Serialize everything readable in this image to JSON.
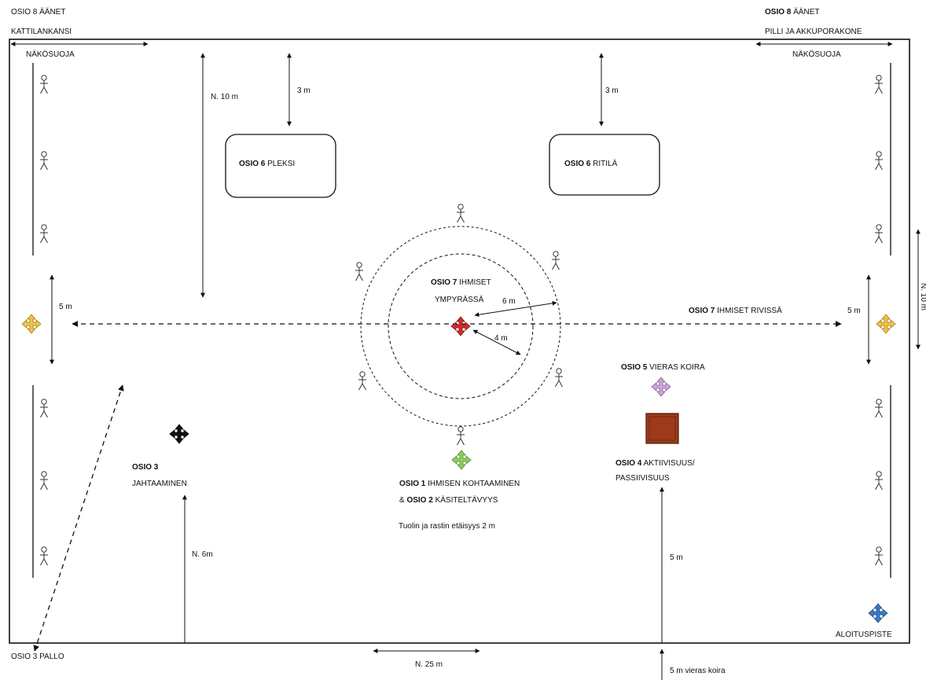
{
  "top_left": {
    "sound_line1": "OSIO 8 ÄÄNET",
    "sound_line2": "KATTILANKANSI",
    "screen": "NÄKÖSUOJA"
  },
  "top_right": {
    "sound_line1_bold": "OSIO 8",
    "sound_line1_rest": " ÄÄNET",
    "sound_line2": "PILLI JA AKKUPORAKONE",
    "screen": "NÄKÖSUOJA"
  },
  "dimensions": {
    "n10m": "N. 10 m",
    "left_3m": "3 m",
    "right_3m": "3 m",
    "left_5m": "5 m",
    "right_5m": "5 m",
    "six_m": "6 m",
    "four_m": "4 m",
    "n6m": "N. 6m",
    "five_m_bottom": "5 m",
    "n25m": "N. 25 m",
    "side_cut": "N. 10 m"
  },
  "boxes": {
    "pleksi_bold": "OSIO 6",
    "pleksi_rest": " PLEKSI",
    "ritila_bold": "OSIO 6",
    "ritila_rest": " RITILÄ"
  },
  "circle": {
    "label_bold": "OSIO 7",
    "label_rest": " IHMISET",
    "label_line2": "YMPYRÄSSÄ"
  },
  "row_label": {
    "bold": "OSIO 7",
    "rest": " IHMISET RIVISSÄ"
  },
  "osio5": {
    "bold": "OSIO 5",
    "rest": " VIERAS KOIRA"
  },
  "osio4": {
    "bold": "OSIO 4",
    "rest": " AKTIIVISUUS/",
    "line2": "PASSIIVISUUS"
  },
  "osio3": {
    "bold": "OSIO 3",
    "line2": "JAHTAAMINEN"
  },
  "osio12": {
    "l1_bold": "OSIO 1",
    "l1_rest": " IHMISEN KOHTAAMINEN",
    "l2_pre": "& ",
    "l2_bold": "OSIO 2",
    "l2_rest": " KÄSITELTÄVYYS",
    "note": "Tuolin ja rastin etäisyys 2 m"
  },
  "bottom": {
    "pallo": "OSIO 3 PALLO",
    "start": "ALOITUSPISTE",
    "vieras": "5 m vieras koira"
  },
  "colors": {
    "marker_yellow": "#f2c24a",
    "marker_red": "#d42b2b",
    "marker_green": "#8fcf5a",
    "marker_purple": "#caa8d8",
    "marker_blue": "#3a7bc8",
    "marker_black": "#111111",
    "box_brown": "#9c3a1a"
  }
}
